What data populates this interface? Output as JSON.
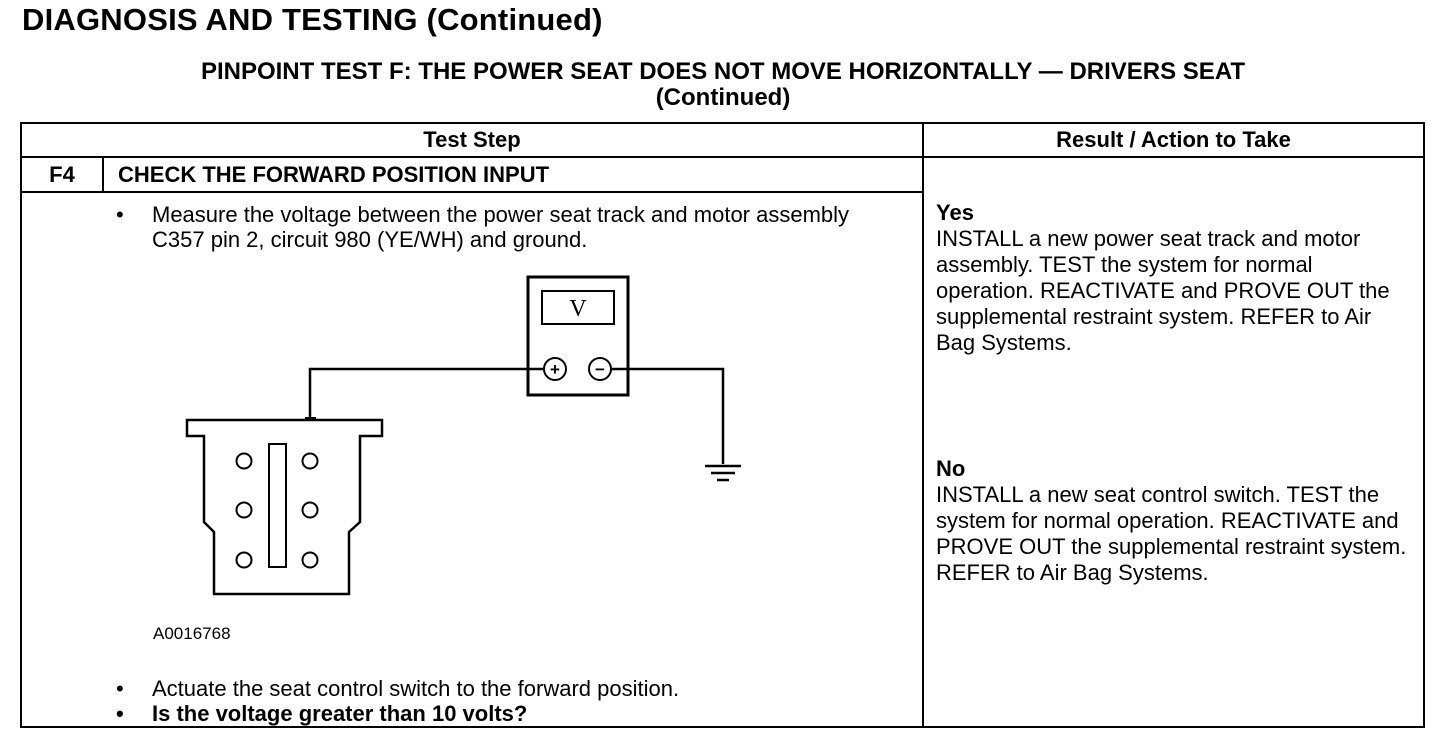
{
  "header": {
    "heading": "DIAGNOSIS AND TESTING (Continued)",
    "test_title_line1": "PINPOINT TEST  F: THE POWER SEAT DOES NOT MOVE HORIZONTALLY — DRIVERS SEAT",
    "test_title_line2": "(Continued)"
  },
  "table": {
    "col_left": "Test Step",
    "col_right": "Result / Action to Take",
    "step": {
      "id": "F4",
      "title": "CHECK THE FORWARD POSITION INPUT",
      "bullets": [
        "Measure the voltage between the power seat track and motor assembly C357 pin 2, circuit 980 (YE/WH) and ground.",
        "Actuate the seat control switch to the forward position.",
        "Is the voltage greater than 10 volts?"
      ],
      "figure_id": "A0016768",
      "meter_symbol": "V",
      "plus_symbol": "+",
      "minus_symbol": "−"
    },
    "results": [
      {
        "answer": "Yes",
        "action": "INSTALL a new power seat track and motor assembly. TEST the system for normal operation. REACTIVATE and PROVE OUT the supplemental restraint system. REFER to Air Bag Systems."
      },
      {
        "answer": "No",
        "action": "INSTALL a new seat control switch. TEST the system for normal operation. REACTIVATE and PROVE OUT the supplemental restraint system. REFER to Air Bag Systems."
      }
    ]
  }
}
